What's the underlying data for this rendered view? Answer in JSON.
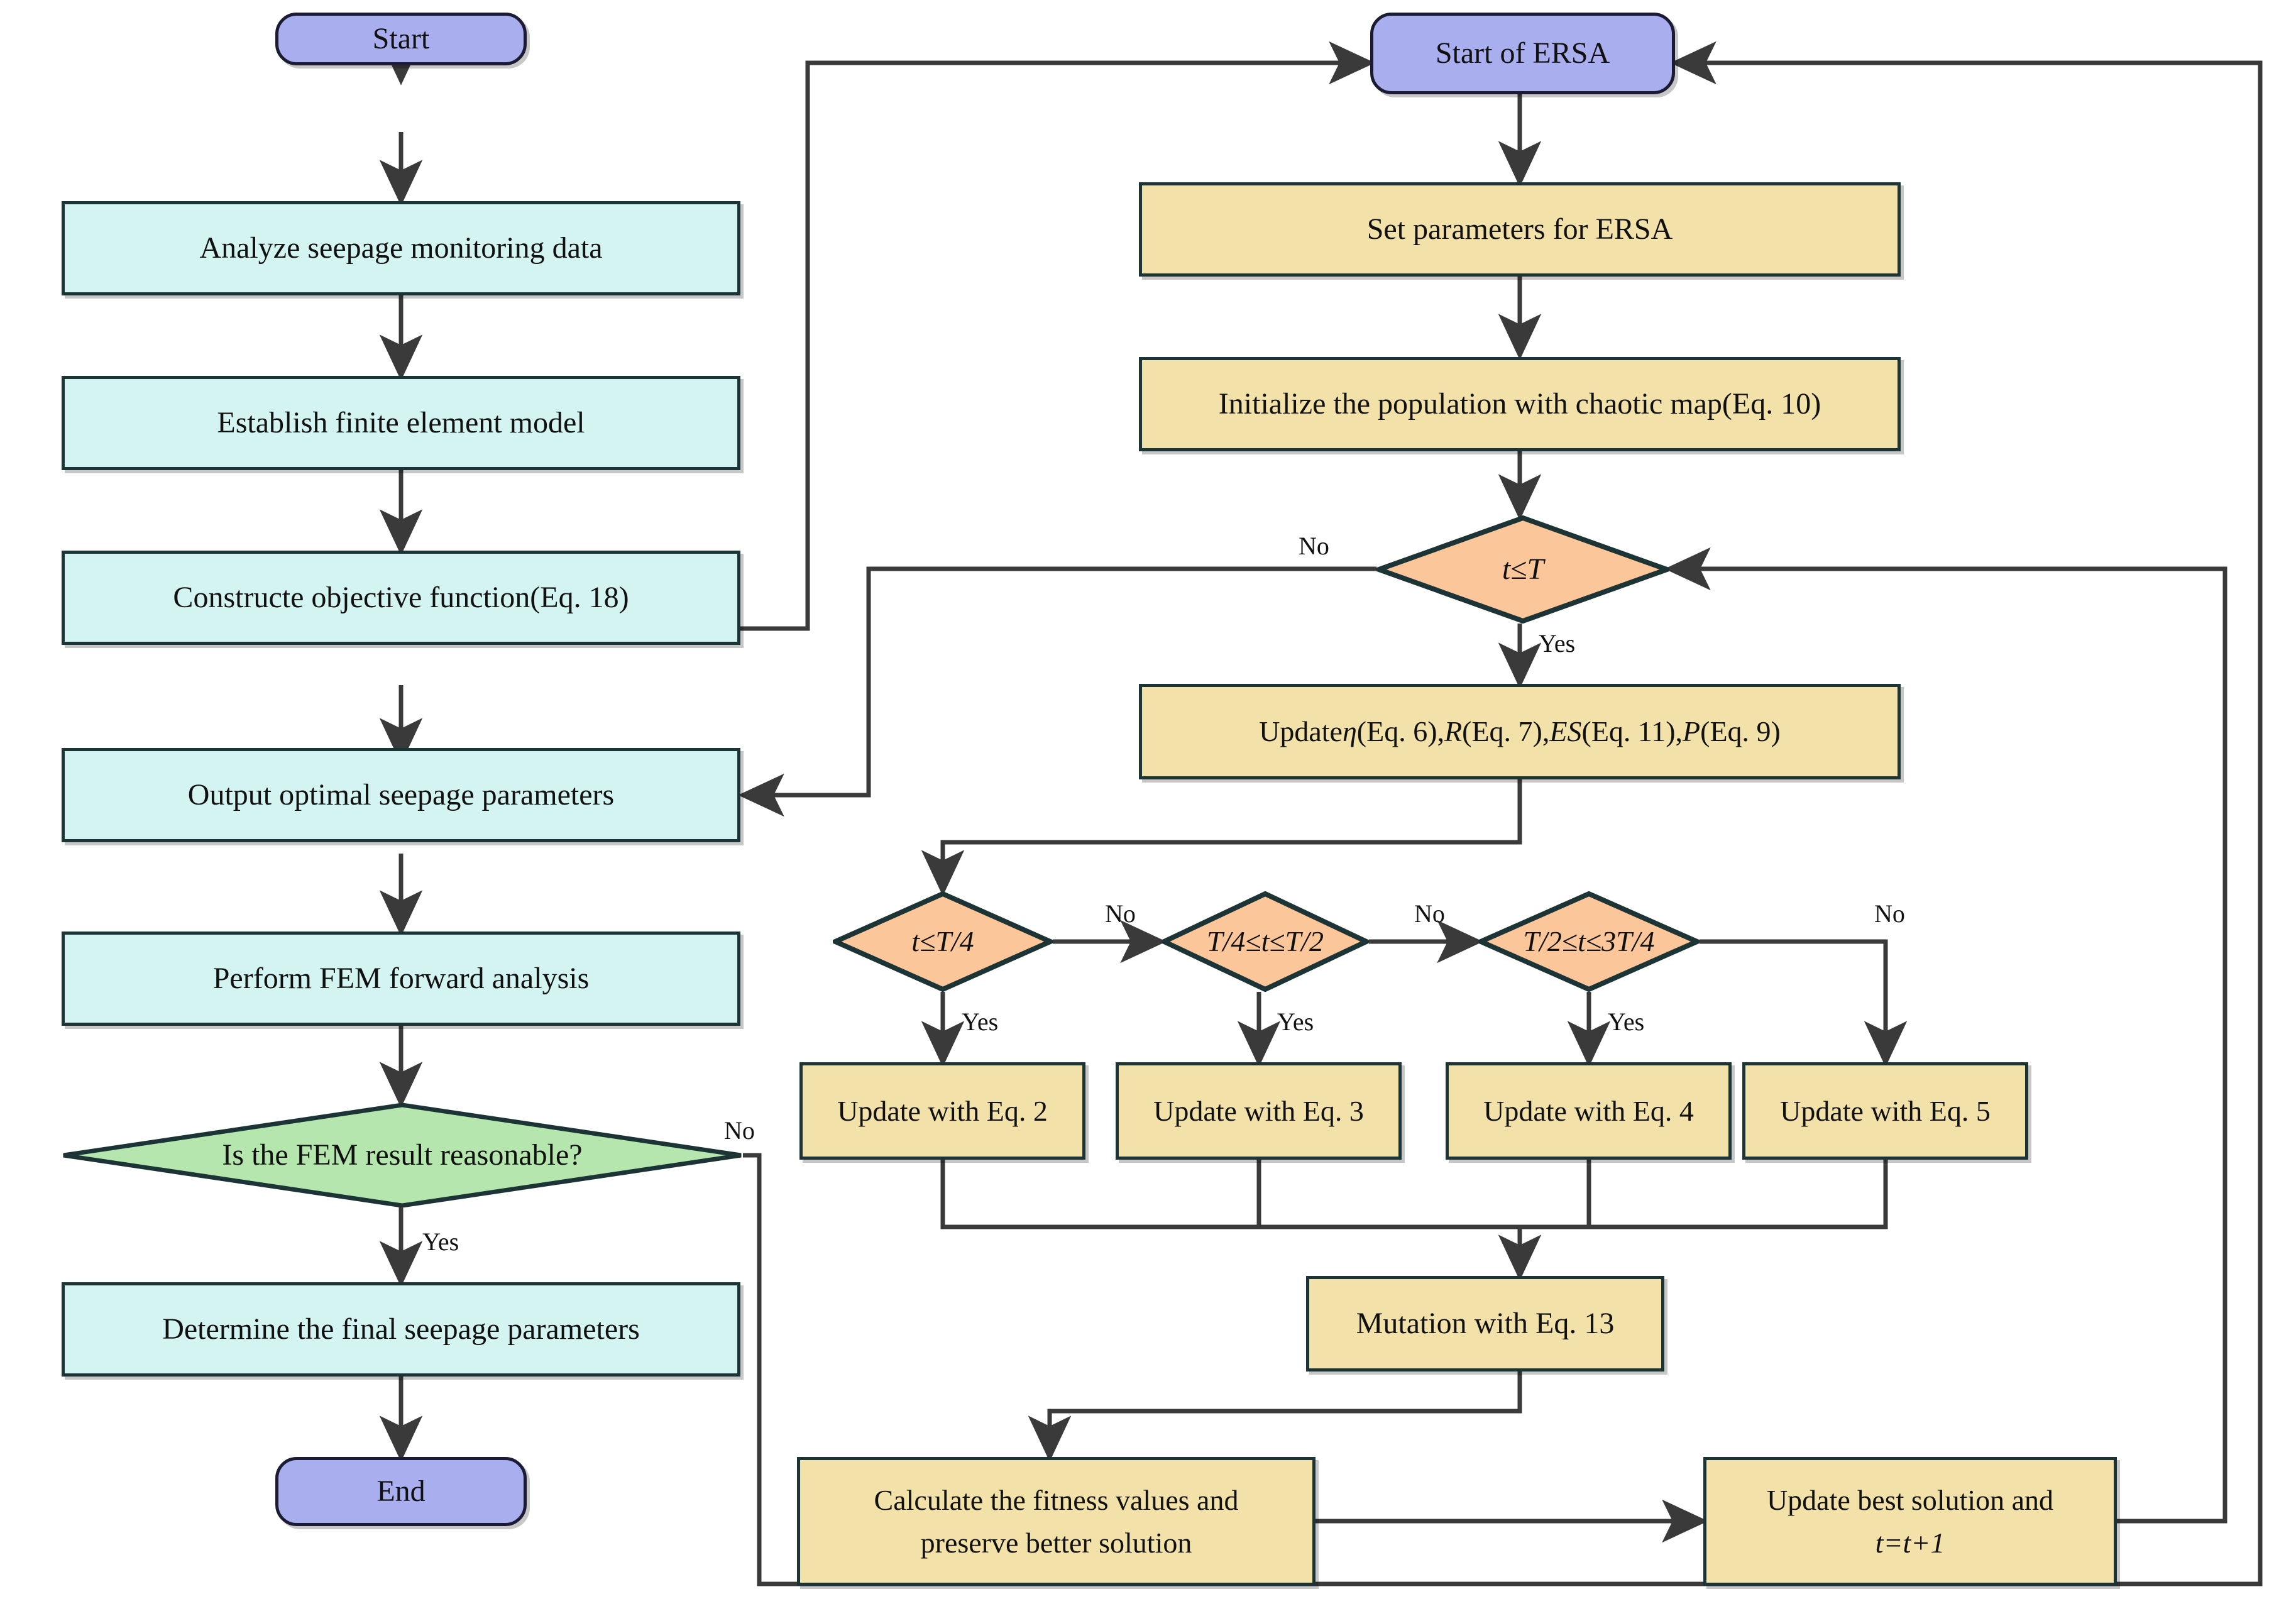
{
  "diagram": {
    "title": "ERSA seepage parameter inversion flowchart",
    "colors": {
      "terminator_fill": "#a9aeef",
      "process_cyan_fill": "#d3f4f1",
      "process_yellow_fill": "#f2e2a9",
      "decision_orange_fill": "#fbc69a",
      "decision_green_fill": "#b5e6ad",
      "stroke": "#1d3436",
      "edge": "#3a3a3a"
    },
    "left_branch": {
      "start": "Start",
      "analyze": "Analyze seepage monitoring data",
      "establish": "Establish finite element model",
      "construct": "Constructe objective function(Eq. 18)",
      "output": "Output optimal seepage parameters",
      "fem": "Perform FEM forward analysis",
      "check": "Is the FEM result reasonable?",
      "determine": "Determine the final seepage parameters",
      "end": "End"
    },
    "right_branch": {
      "start_ersa": "Start of ERSA",
      "set_params": "Set parameters for ERSA",
      "init_pop": "Initialize the population with chaotic map(Eq. 10)",
      "loop_cond": "t≤T",
      "update_params_prefix": "Update",
      "update_params_eta": "η",
      "update_params_rest": "(Eq. 6),",
      "update_params_R": "R",
      "update_params_rest2": "(Eq. 7),",
      "update_params_ES": "ES",
      "update_params_rest3": "(Eq. 11),",
      "update_params_P": "P",
      "update_params_rest4": "(Eq. 9)",
      "cond1": "t≤T/4",
      "cond2": "T/4≤t≤T/2",
      "cond3": "T/2≤t≤3T/4",
      "eq2": "Update with Eq. 2",
      "eq3": "Update with Eq. 3",
      "eq4": "Update with Eq. 4",
      "eq5": "Update with Eq. 5",
      "mutation": "Mutation with Eq. 13",
      "fitness_line1": "Calculate the fitness values and",
      "fitness_line2": "preserve better solution",
      "update_best_line1": "Update best solution and",
      "update_best_line2": "t=t+1"
    },
    "edge_labels": {
      "no_loop": "No",
      "yes_loop": "Yes",
      "no1": "No",
      "yes1": "Yes",
      "no2": "No",
      "yes2": "Yes",
      "no3": "No",
      "yes3": "Yes",
      "fem_no": "No",
      "fem_yes": "Yes"
    }
  }
}
